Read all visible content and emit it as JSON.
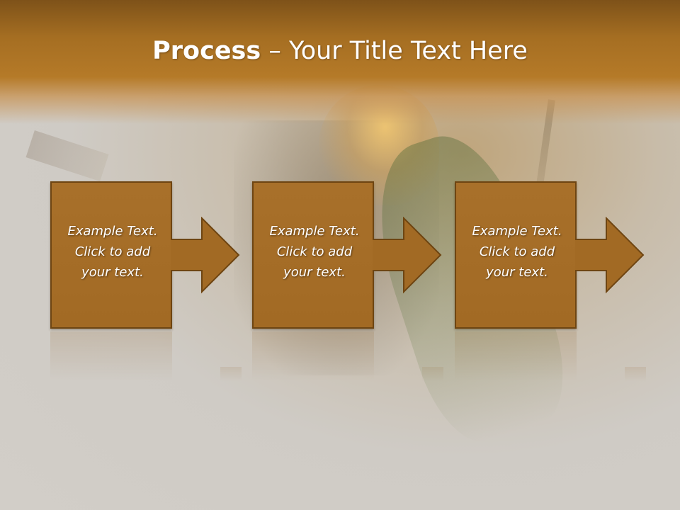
{
  "slide": {
    "title_bold": "Process",
    "title_rest": " – Your Title Text Here"
  },
  "steps": [
    {
      "line1": "Example Text.",
      "line2": "Click  to add",
      "line3": "your text."
    },
    {
      "line1": "Example Text.",
      "line2": "Click  to add",
      "line3": "your text."
    },
    {
      "line1": "Example Text.",
      "line2": "Click  to add",
      "line3": "your text."
    }
  ],
  "colors": {
    "box_fill": "#a26a24",
    "box_border": "#6e4512",
    "title_band": "#b57a28",
    "text": "#ffffff"
  }
}
